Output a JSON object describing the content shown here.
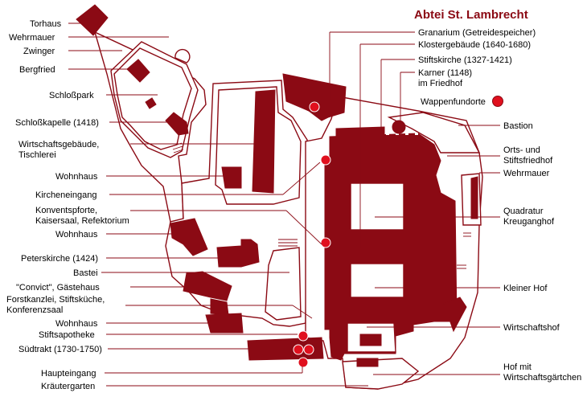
{
  "title": "Abtei St. Lambrecht",
  "legend": {
    "label": "Wappenfundorte"
  },
  "colors": {
    "accent": "#8b0a14",
    "marker": "#e0101e",
    "background": "#ffffff"
  },
  "labels_left": [
    {
      "id": "torhaus",
      "lines": [
        "Torhaus"
      ]
    },
    {
      "id": "wehrmauer-left",
      "lines": [
        "Wehrmauer"
      ]
    },
    {
      "id": "zwinger",
      "lines": [
        "Zwinger"
      ]
    },
    {
      "id": "bergfried",
      "lines": [
        "Bergfried"
      ]
    },
    {
      "id": "schlosspark",
      "lines": [
        "Schloßpark"
      ]
    },
    {
      "id": "schlosskapelle",
      "lines": [
        "Schloßkapelle (1418)"
      ]
    },
    {
      "id": "wirtschaftsgebaeude",
      "lines": [
        "Wirtschaftsgebäude,",
        "Tischlerei"
      ]
    },
    {
      "id": "wohnhaus-1",
      "lines": [
        "Wohnhaus"
      ]
    },
    {
      "id": "kircheneingang",
      "lines": [
        "Kircheneingang"
      ]
    },
    {
      "id": "konventspforte",
      "lines": [
        "Konventspforte,",
        "Kaisersaal, Refektorium"
      ]
    },
    {
      "id": "wohnhaus-2",
      "lines": [
        "Wohnhaus"
      ]
    },
    {
      "id": "peterskirche",
      "lines": [
        "Peterskirche (1424)"
      ]
    },
    {
      "id": "bastei",
      "lines": [
        "Bastei"
      ]
    },
    {
      "id": "convict",
      "lines": [
        "\"Convict\", Gästehaus"
      ]
    },
    {
      "id": "forstkanzlei",
      "lines": [
        "Forstkanzlei, Stiftsküche,",
        "Konferenzsaal"
      ]
    },
    {
      "id": "wohnhaus-3",
      "lines": [
        "Wohnhaus"
      ]
    },
    {
      "id": "stiftsapotheke",
      "lines": [
        "Stiftsapotheke"
      ]
    },
    {
      "id": "suedtrakt",
      "lines": [
        "Südtrakt (1730-1750)"
      ]
    },
    {
      "id": "haupteingang",
      "lines": [
        "Haupteingang"
      ]
    },
    {
      "id": "kraeutergarten",
      "lines": [
        "Kräutergarten"
      ]
    }
  ],
  "labels_right": [
    {
      "id": "granarium",
      "lines": [
        "Granarium (Getreidespeicher)"
      ]
    },
    {
      "id": "klostergebaeude",
      "lines": [
        "Klostergebäude (1640-1680)"
      ]
    },
    {
      "id": "stiftskirche",
      "lines": [
        "Stiftskirche (1327-1421)"
      ]
    },
    {
      "id": "karner",
      "lines": [
        "Karner (1148)",
        "im Friedhof"
      ]
    },
    {
      "id": "bastion",
      "lines": [
        "Bastion"
      ]
    },
    {
      "id": "friedhof",
      "lines": [
        "Orts- und",
        "Stiftsfriedhof"
      ]
    },
    {
      "id": "wehrmauer-right",
      "lines": [
        "Wehrmauer"
      ]
    },
    {
      "id": "quadratur",
      "lines": [
        "Quadratur",
        "Kreuganghof"
      ]
    },
    {
      "id": "kleiner-hof",
      "lines": [
        "Kleiner Hof"
      ]
    },
    {
      "id": "wirtschaftshof",
      "lines": [
        "Wirtschaftshof"
      ]
    },
    {
      "id": "hof-wirtschaftsgaertchen",
      "lines": [
        "Hof mit",
        "Wirtschaftsgärtchen"
      ]
    }
  ]
}
